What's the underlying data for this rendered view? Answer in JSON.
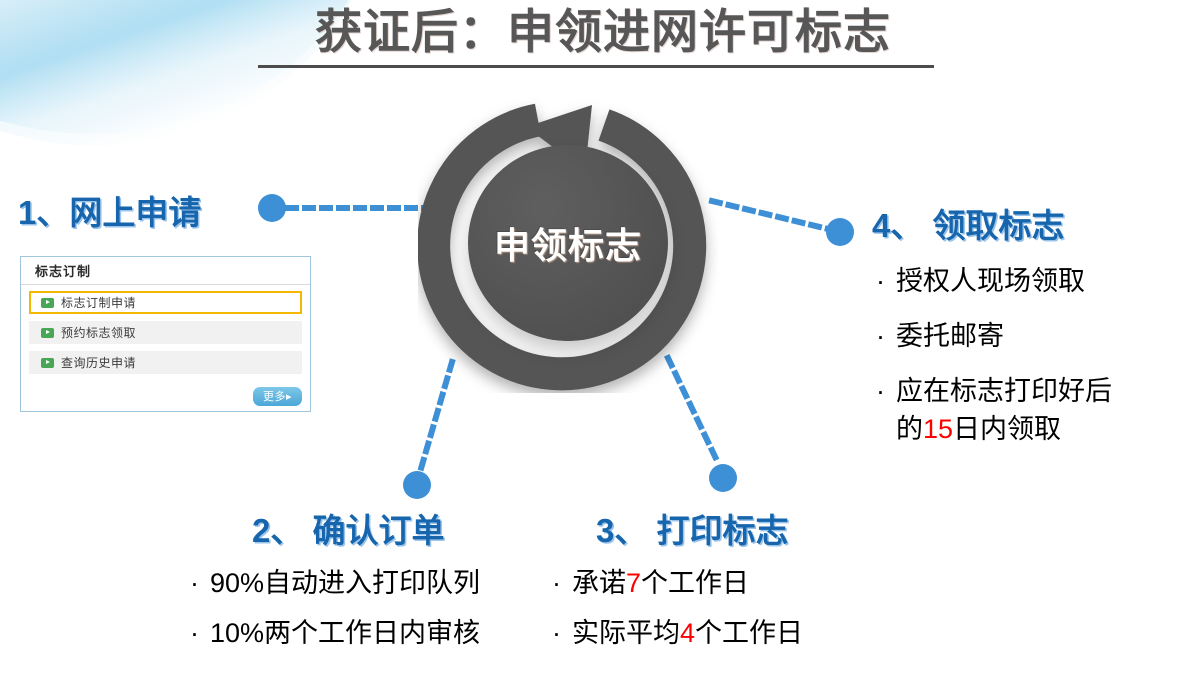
{
  "page": {
    "title": "获证后：申领进网许可标志",
    "accent_blue": "#1665ad",
    "dot_blue": "#3d8fd6",
    "highlight_red": "#ff0000",
    "highlight_gold": "#f5b800",
    "center_gray": "#545454"
  },
  "cycle": {
    "center_label": "申领标志"
  },
  "steps": [
    {
      "heading": "1、网上申请",
      "bullets": []
    },
    {
      "heading": "2、 确认订单",
      "bullets": [
        {
          "mark": "·",
          "parts": [
            {
              "text": "90%自动进入打印队列",
              "color": "black"
            }
          ]
        },
        {
          "mark": "·",
          "parts": [
            {
              "text": "10%两个工作日内审核",
              "color": "black"
            }
          ]
        }
      ]
    },
    {
      "heading": "3、 打印标志",
      "bullets": [
        {
          "mark": "·",
          "parts": [
            {
              "text": "承诺",
              "color": "black"
            },
            {
              "text": "7",
              "color": "red"
            },
            {
              "text": "个工作日",
              "color": "black"
            }
          ]
        },
        {
          "mark": "·",
          "parts": [
            {
              "text": "实际平均",
              "color": "black"
            },
            {
              "text": "4",
              "color": "red"
            },
            {
              "text": "个工作日",
              "color": "black"
            }
          ]
        }
      ]
    },
    {
      "heading": "4、 领取标志",
      "bullets": [
        {
          "mark": "·",
          "parts": [
            {
              "text": "授权人现场领取",
              "color": "black"
            }
          ]
        },
        {
          "mark": "·",
          "parts": [
            {
              "text": "委托邮寄",
              "color": "black"
            }
          ]
        },
        {
          "mark": "·",
          "parts": [
            {
              "text": "应在标志打印好后\n的",
              "color": "black"
            },
            {
              "text": "15",
              "color": "red"
            },
            {
              "text": "日内领取",
              "color": "black"
            }
          ]
        }
      ]
    }
  ],
  "order_panel": {
    "header_title": "标志订制",
    "items": [
      {
        "label": "标志订制申请",
        "selected": true
      },
      {
        "label": "预约标志领取",
        "selected": false
      },
      {
        "label": "查询历史申请",
        "selected": false
      }
    ],
    "more_label": "更多▸"
  }
}
